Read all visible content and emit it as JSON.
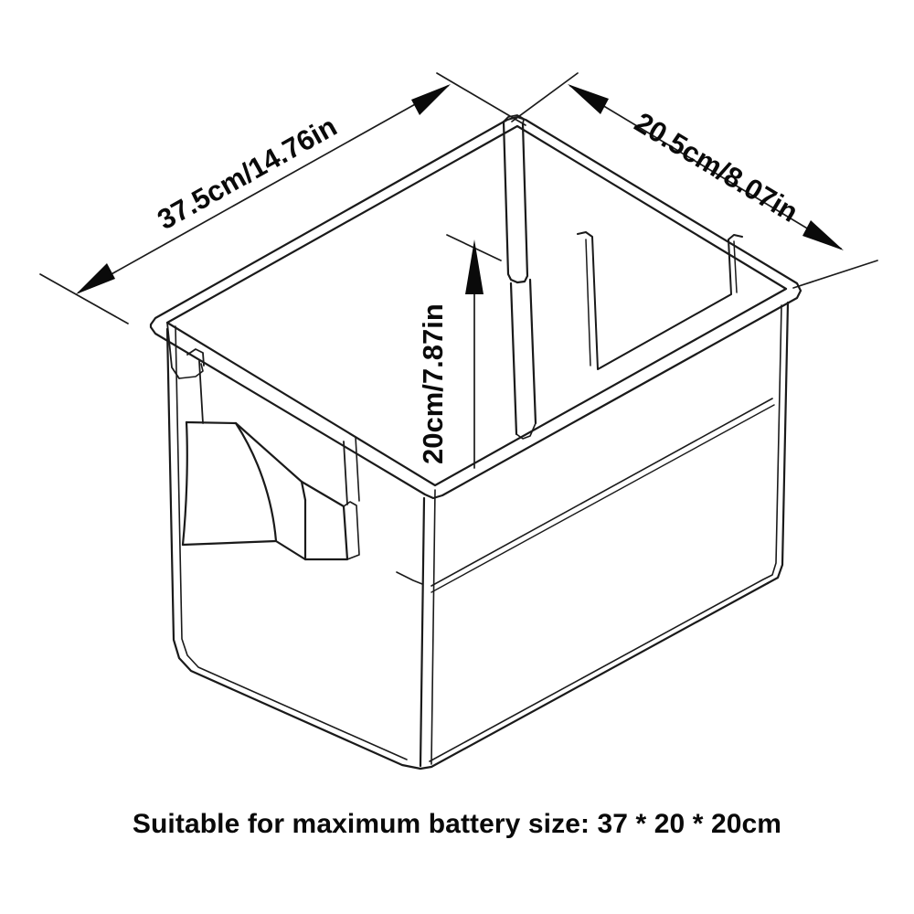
{
  "diagram": {
    "type": "technical-line-drawing",
    "subject": "battery storage box with handle and internal divider",
    "projection": "isometric",
    "line_color": "#1a1a1a",
    "background_color": "#ffffff",
    "text_color": "#0a0a0a"
  },
  "dimensions": {
    "length": {
      "label": "37.5cm/14.76in",
      "axis": "length",
      "value_cm": 37.5,
      "value_in": 14.76,
      "position": "upper-left",
      "rotation_deg": -28
    },
    "width": {
      "label": "20.5cm/8.07in",
      "axis": "width",
      "value_cm": 20.5,
      "value_in": 8.07,
      "position": "upper-right",
      "rotation_deg": 28
    },
    "height": {
      "label": "20cm/7.87in",
      "axis": "height",
      "value_cm": 20,
      "value_in": 7.87,
      "position": "center",
      "rotation_deg": -90
    }
  },
  "caption": {
    "text": "Suitable for maximum battery size: 37 * 20 * 20cm"
  },
  "parts": {
    "box": "box-body",
    "handle": "side-handle",
    "divider": "internal-divider",
    "rim": "top-rim",
    "notch": "rear-wall-notch"
  }
}
